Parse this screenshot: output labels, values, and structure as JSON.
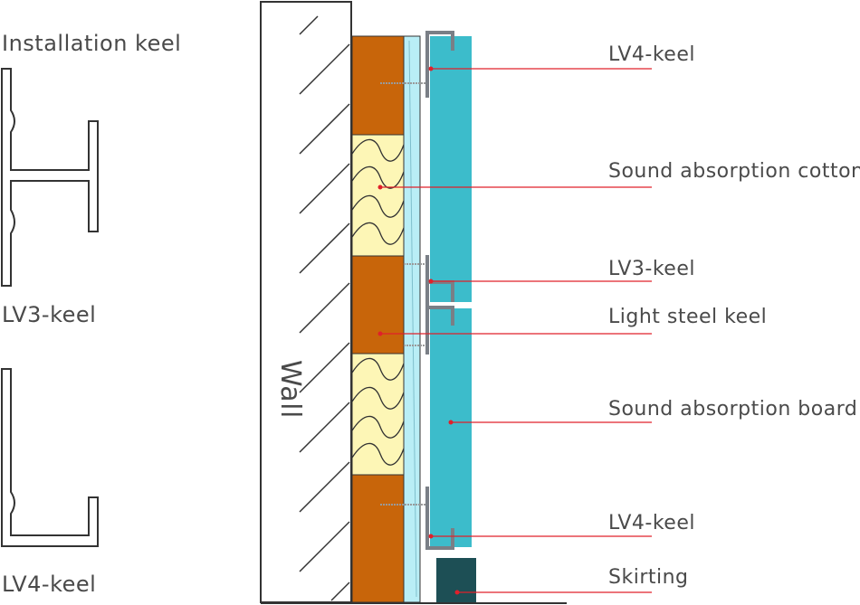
{
  "legend": {
    "installation_keel": "Installation keel",
    "lv3_keel": "LV3-keel",
    "lv4_keel": "LV4-keel"
  },
  "wall_label": "Wall",
  "callouts": [
    {
      "id": "lv4-top",
      "text": "LV4-keel"
    },
    {
      "id": "cotton",
      "text": "Sound absorption cotton"
    },
    {
      "id": "lv3",
      "text": "LV3-keel"
    },
    {
      "id": "steel",
      "text": "Light steel keel"
    },
    {
      "id": "board",
      "text": "Sound absorption board"
    },
    {
      "id": "lv4-bottom",
      "text": "LV4-keel"
    },
    {
      "id": "skirting",
      "text": "Skirting"
    }
  ],
  "colors": {
    "wood": "#c8650a",
    "cotton": "#fdf6b6",
    "glass": "#b9eef6",
    "panel": "#3cbccb",
    "skirting": "#1d4f55",
    "keel": "#7a7f86",
    "leader": "#e0202a"
  }
}
